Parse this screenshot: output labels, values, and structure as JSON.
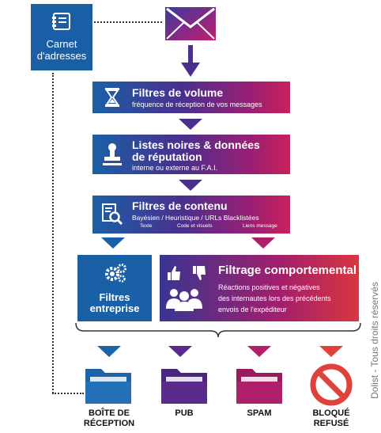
{
  "address_book": {
    "label_line1": "Carnet",
    "label_line2": "d'adresses"
  },
  "filters": {
    "volume": {
      "title": "Filtres de volume",
      "subtitle": "fréquence de réception de vos messages"
    },
    "blacklist": {
      "title_line1": "Listes noires & données",
      "title_line2": "de réputation",
      "subtitle": "interne ou externe au F.A.I."
    },
    "content": {
      "title": "Filtres de contenu",
      "subtitle": "Bayésien / Heuristique / URLs Blacklistées",
      "note_texte": "Texte",
      "note_code": "Code et visuels",
      "note_liens": "Liens message"
    },
    "enterprise": {
      "title_line1": "Filtres",
      "title_line2": "entreprise"
    },
    "behavioral": {
      "title": "Filtrage comportemental",
      "line1": "Réactions positives et négatives",
      "line2": "des internautes lors des précédents",
      "line3": "envois de l'expéditeur"
    }
  },
  "outcomes": [
    {
      "line1": "BOÎTE DE",
      "line2": "RÉCEPTION",
      "color": "#1d63a8"
    },
    {
      "line1": "PUB",
      "line2": "",
      "color": "#5b2a8a"
    },
    {
      "line1": "SPAM",
      "line2": "",
      "color": "#b0206a"
    },
    {
      "line1": "BLOQUÉ",
      "line2": "REFUSÉ",
      "color": "#e0413a"
    }
  ],
  "credit": "Dolist - Tous droits réservés",
  "icons": [
    "address-book-icon",
    "envelope-icon",
    "hourglass-icon",
    "stamp-icon",
    "document-search-icon",
    "gears-icon",
    "thumbs-icon",
    "people-icon",
    "folder-icon",
    "forbidden-icon"
  ]
}
